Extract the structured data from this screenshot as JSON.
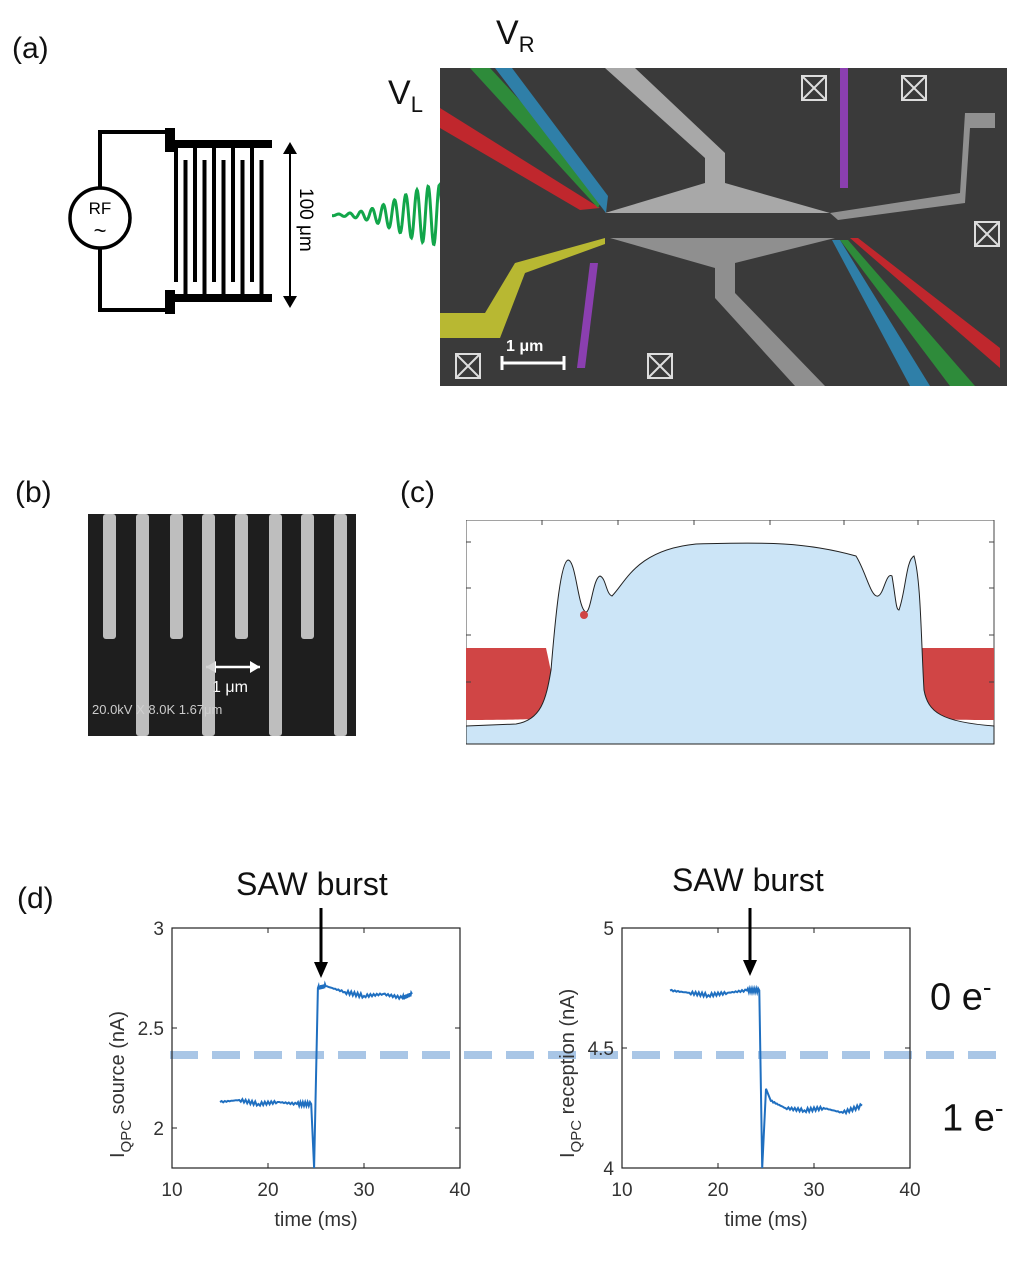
{
  "panel_labels": {
    "a": "(a)",
    "b": "(b)",
    "c": "(c)",
    "d": "(d)"
  },
  "panel_a": {
    "vr_label": "V",
    "vr_sub": "R",
    "vl_label": "V",
    "vl_sub": "L",
    "rf_label": "RF",
    "rf_symbol": "~",
    "idt_size_label": "100 μm",
    "scale_bar_label": "1 μm",
    "gate_colors": {
      "red": "#c0272d",
      "green": "#2e8b3a",
      "blue": "#2f7fa8",
      "yellow": "#b8b832",
      "purple": "#8b3fb0",
      "gray": "#9a9a9a"
    },
    "saw_color": "#12a64a"
  },
  "panel_b": {
    "scale_label": "1 μm",
    "sem_info": "20.0kV X 8.0K 1.67μm"
  },
  "panel_c": {
    "fill_potential": "#cce5f7",
    "fill_electrons": "#d04545"
  },
  "panel_d": {
    "left": {
      "annotation": "SAW burst",
      "ylabel_main": "I",
      "ylabel_sub": "QPC",
      "ylabel_rest": " source (nA)",
      "xlabel": "time (ms)",
      "xticks": [
        "10",
        "20",
        "30",
        "40"
      ],
      "yticks": [
        "2",
        "2.5",
        "3"
      ]
    },
    "right": {
      "annotation": "SAW burst",
      "ylabel_main": "I",
      "ylabel_sub": "QPC",
      "ylabel_rest": " reception (nA)",
      "xlabel": "time (ms)",
      "xticks": [
        "10",
        "20",
        "30",
        "40"
      ],
      "yticks": [
        "4",
        "4.5",
        "5"
      ]
    },
    "state_zero": "0 e",
    "state_one": "1 e",
    "state_sup": "-"
  },
  "chart_data": [
    {
      "type": "line",
      "xlabel": "time (ms)",
      "ylabel": "I_QPC source (nA)",
      "xlim": [
        10,
        40
      ],
      "ylim": [
        1.8,
        3.0
      ],
      "threshold": 2.4,
      "series": [
        {
          "x": [
            15,
            17,
            19,
            21,
            23,
            24.5,
            24.8,
            25.2,
            26,
            28,
            30,
            32,
            34,
            35
          ],
          "y": [
            2.13,
            2.14,
            2.12,
            2.13,
            2.12,
            2.12,
            1.8,
            2.7,
            2.71,
            2.68,
            2.66,
            2.67,
            2.65,
            2.67
          ]
        }
      ]
    },
    {
      "type": "line",
      "xlabel": "time (ms)",
      "ylabel": "I_QPC reception (nA)",
      "xlim": [
        10,
        40
      ],
      "ylim": [
        4.0,
        5.0
      ],
      "threshold": 4.5,
      "series": [
        {
          "x": [
            15,
            17,
            19,
            21,
            23,
            24.3,
            24.6,
            25.0,
            25.5,
            27,
            29,
            31,
            33,
            35
          ],
          "y": [
            4.74,
            4.73,
            4.72,
            4.73,
            4.74,
            4.74,
            4.0,
            4.33,
            4.28,
            4.25,
            4.24,
            4.25,
            4.23,
            4.26
          ]
        }
      ]
    }
  ]
}
